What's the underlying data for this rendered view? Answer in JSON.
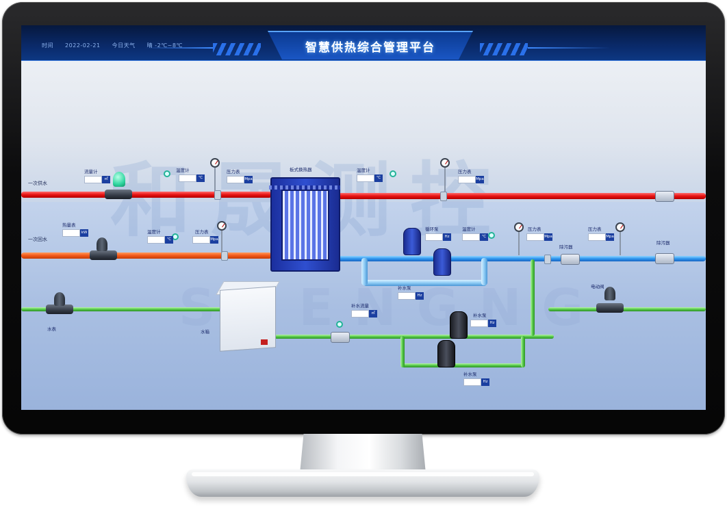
{
  "platform": {
    "title": "智慧供热综合管理平台",
    "header_info": [
      "时间",
      "2022-02-21",
      "今日天气",
      "晴 -2℃~8℃"
    ]
  },
  "watermark": {
    "cn": "和晟测控",
    "en": "SHENGNG"
  },
  "lines": {
    "primary_supply": "一次供水",
    "primary_return": "一次回水"
  },
  "equipment": {
    "heat_exchanger": "板式换热器",
    "softening_tank": "水箱"
  },
  "tags": [
    {
      "id": "flowmeter-1",
      "name": "流量计",
      "unit": "㎥"
    },
    {
      "id": "temp-1",
      "name": "温度计",
      "unit": "℃"
    },
    {
      "id": "pressure-1",
      "name": "压力表",
      "unit": "Mpa"
    },
    {
      "id": "heat-meter",
      "name": "热量表",
      "unit": "kW"
    },
    {
      "id": "temp-2",
      "name": "温度计",
      "unit": "℃"
    },
    {
      "id": "pressure-2",
      "name": "压力表",
      "unit": "Mpa"
    },
    {
      "id": "temp-3",
      "name": "温度计",
      "unit": "℃"
    },
    {
      "id": "pressure-3",
      "name": "压力表",
      "unit": "Mpa"
    },
    {
      "id": "circulating-pump",
      "name": "循环泵",
      "unit": "Hz"
    },
    {
      "id": "temp-4",
      "name": "温度计",
      "unit": "℃"
    },
    {
      "id": "pressure-4",
      "name": "压力表",
      "unit": "Mpa"
    },
    {
      "id": "filter-1",
      "name": "除污器",
      "unit": ""
    },
    {
      "id": "pressure-5",
      "name": "压力表",
      "unit": "Mpa"
    },
    {
      "id": "filter-2",
      "name": "除污器",
      "unit": ""
    },
    {
      "id": "supply-pump",
      "name": "补水泵",
      "unit": "Hz"
    },
    {
      "id": "valve-1",
      "name": "电动阀",
      "unit": ""
    },
    {
      "id": "makeup-flow",
      "name": "补水流量",
      "unit": "㎥"
    },
    {
      "id": "pump-2",
      "name": "补水泵",
      "unit": "Hz"
    },
    {
      "id": "pump-3",
      "name": "补水泵",
      "unit": "Hz"
    },
    {
      "id": "water-meter",
      "name": "水表",
      "unit": ""
    }
  ]
}
